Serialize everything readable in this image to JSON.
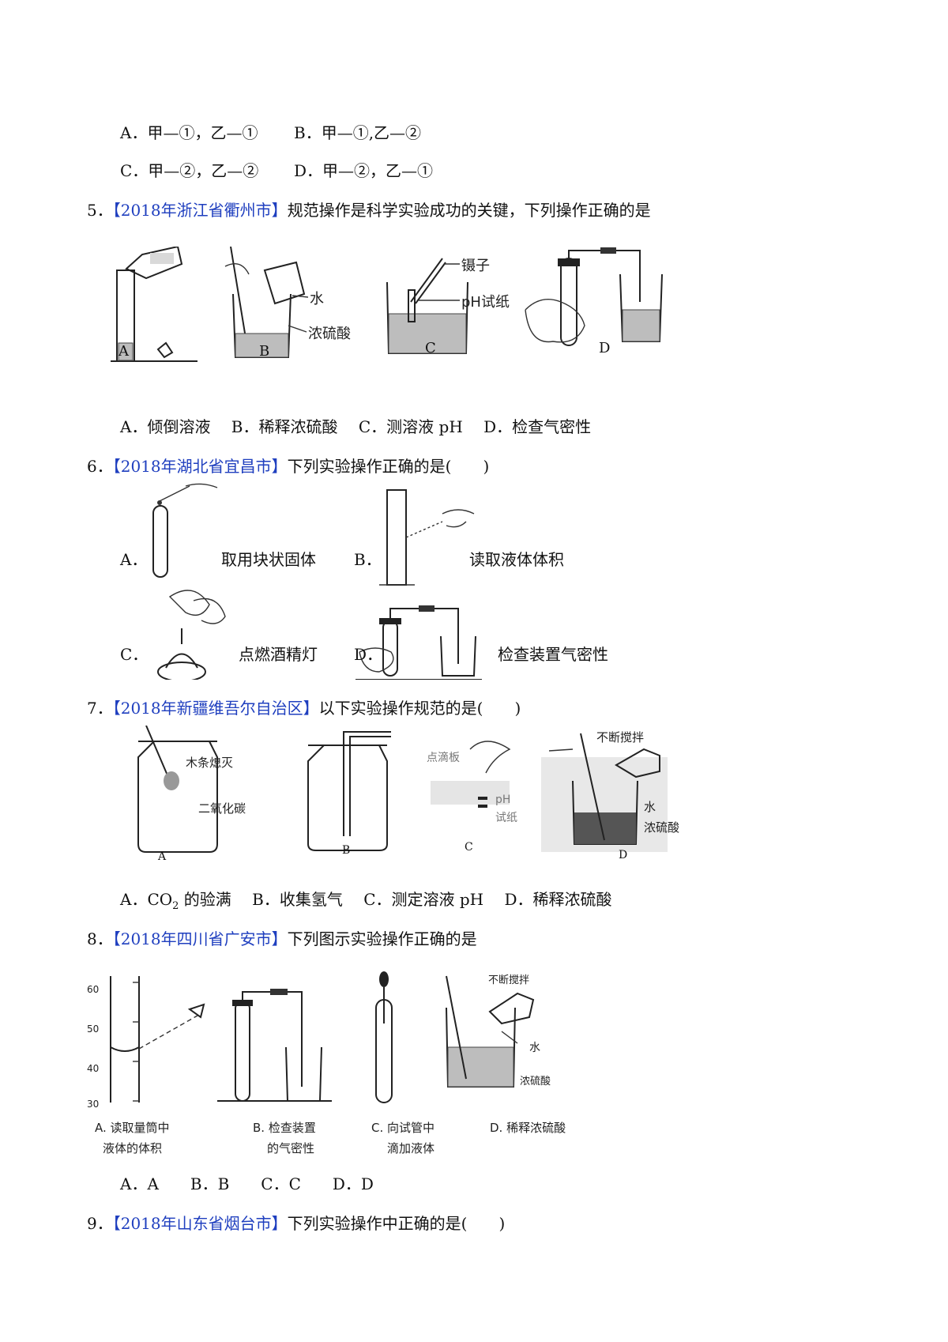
{
  "q4": {
    "row1": {
      "a": "A．甲—①，乙—①",
      "b": "B．甲—①,乙—②"
    },
    "row2": {
      "c": "C．甲—②，乙—②",
      "d": "D．甲—②，乙—①"
    }
  },
  "q5": {
    "num": "5．",
    "source": "【2018年浙江省衢州市】",
    "stem": "规范操作是科学实验成功的关键，下列操作正确的是",
    "fig_labels": {
      "a": "A",
      "b": "B",
      "c": "C",
      "d": "D",
      "water": "水",
      "acid": "浓硫酸",
      "tweezers": "镊子",
      "ph": "pH试纸"
    },
    "options": "A．倾倒溶液　 B．稀释浓硫酸　 C．测溶液 pH　 D．检查气密性"
  },
  "q6": {
    "num": "6．",
    "source": "【2018年湖北省宜昌市】",
    "stem": "下列实验操作正确的是(　　)",
    "a_letter": "A．",
    "a_text": "取用块状固体",
    "b_letter": "B．",
    "b_text": "读取液体体积",
    "c_letter": "C．",
    "c_text": "点燃酒精灯",
    "d_letter": "D．",
    "d_text": "检查装置气密性"
  },
  "q7": {
    "num": "7．",
    "source": "【2018年新疆维吾尔自治区】",
    "stem": "以下实验操作规范的是(　　)",
    "fig_labels": {
      "a": "A",
      "b": "B",
      "c": "C",
      "d": "D",
      "a1": "木条熄灭",
      "a2": "二氧化碳",
      "c1": "点滴板",
      "c2": "pH",
      "c3": "试纸",
      "d1": "不断搅拌",
      "d2": "水",
      "d3": "浓硫酸"
    },
    "opt_a_pre": "A．CO",
    "opt_a_sub": "2",
    "opt_a_post": " 的验满",
    "opt_rest": "B．收集氢气　 C．测定溶液 pH　 D．稀释浓硫酸"
  },
  "q8": {
    "num": "8．",
    "source": "【2018年四川省广安市】",
    "stem": "下列图示实验操作正确的是",
    "ticks": [
      "60",
      "50",
      "40",
      "30"
    ],
    "cap_a1": "A. 读取量筒中",
    "cap_a2": "液体的体积",
    "cap_b1": "B. 检查装置",
    "cap_b2": "的气密性",
    "cap_c1": "C. 向试管中",
    "cap_c2": "滴加液体",
    "cap_d": "D. 稀释浓硫酸",
    "d_stir": "不断搅拌",
    "d_water": "水",
    "d_acid": "浓硫酸",
    "options": "A．A　　B．B　　C．C　　D．D"
  },
  "q9": {
    "num": "9．",
    "source": "【2018年山东省烟台市】",
    "stem": "下列实验操作中正确的是(　　)"
  }
}
